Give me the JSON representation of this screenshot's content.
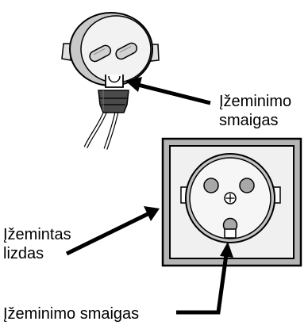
{
  "labels": {
    "plug_pin": [
      "Įžeminimo",
      "smaigas"
    ],
    "socket": [
      "Įžemintas",
      "lizdas"
    ],
    "socket_pin": "Įžeminimo smaigas"
  },
  "colors": {
    "outline": "#000000",
    "plug_grey": "#c8c8c8",
    "plug_face": "#f2f2f2",
    "socket_frame": "#b4b4b4",
    "socket_face": "#f0f0f0",
    "collar_dark": "#4a4a4a"
  }
}
